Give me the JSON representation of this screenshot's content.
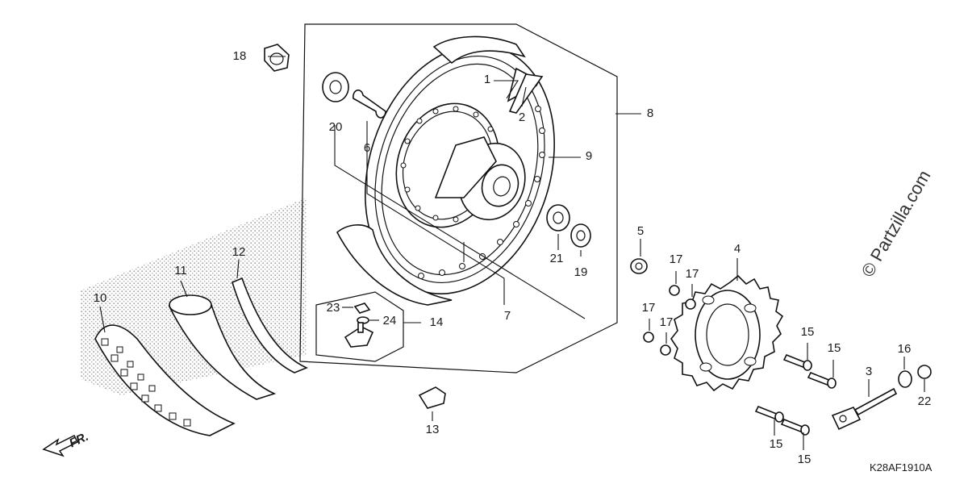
{
  "diagram": {
    "callouts": [
      "1",
      "2",
      "3",
      "4",
      "5",
      "6",
      "7",
      "8",
      "9",
      "10",
      "11",
      "12",
      "13",
      "14",
      "15",
      "16",
      "17",
      "18",
      "19",
      "20",
      "21",
      "22",
      "23",
      "24"
    ],
    "direction_label": "FR.",
    "diagram_code": "K28AF1910A",
    "watermark": "© Partzilla.com"
  }
}
